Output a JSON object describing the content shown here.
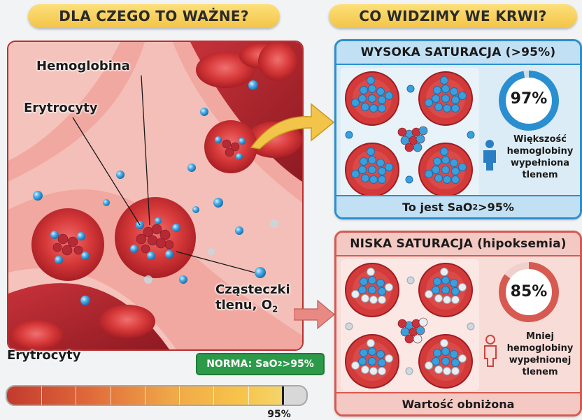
{
  "headers": {
    "left": "DLA CZEGO TO WAŻNE?",
    "right": "CO WIDZIMY WE KRWI?"
  },
  "illustration": {
    "label_hemoglobin": "Hemoglobina",
    "label_erythrocytes_top": "Erytrocyty",
    "label_oxygen_line1": "Cząsteczki",
    "label_oxygen_line2": "tlenu, O",
    "label_oxygen_sub": "2",
    "label_erythrocytes_bottom": "Erytrocyty"
  },
  "high_saturation": {
    "title": "WYSOKA SATURACJA (>95%)",
    "gauge_value": "97%",
    "gauge_fraction": 0.97,
    "caption_lines": [
      "Większość",
      "hemoglobiny",
      "wypełniona",
      "tlenem"
    ],
    "footer_prefix": "To jest SaO",
    "footer_sub": "2",
    "footer_suffix": " >95%",
    "accent_color": "#2a8fd0"
  },
  "low_saturation": {
    "title": "NISKA SATURACJA (hipoksemia)",
    "gauge_value": "85%",
    "gauge_fraction": 0.85,
    "caption_lines": [
      "Mniej",
      "hemoglobiny",
      "wypełnionej",
      "tlenem"
    ],
    "footer": "Wartość obniżona",
    "accent_color": "#d65a50"
  },
  "scale": {
    "badge_prefix": "NORMA: SaO",
    "badge_sub": "2",
    "badge_suffix": " >95%",
    "tick_label": "95%",
    "marker_fraction": 0.92,
    "segments": 8,
    "badge_color": "#2d9a4a"
  }
}
